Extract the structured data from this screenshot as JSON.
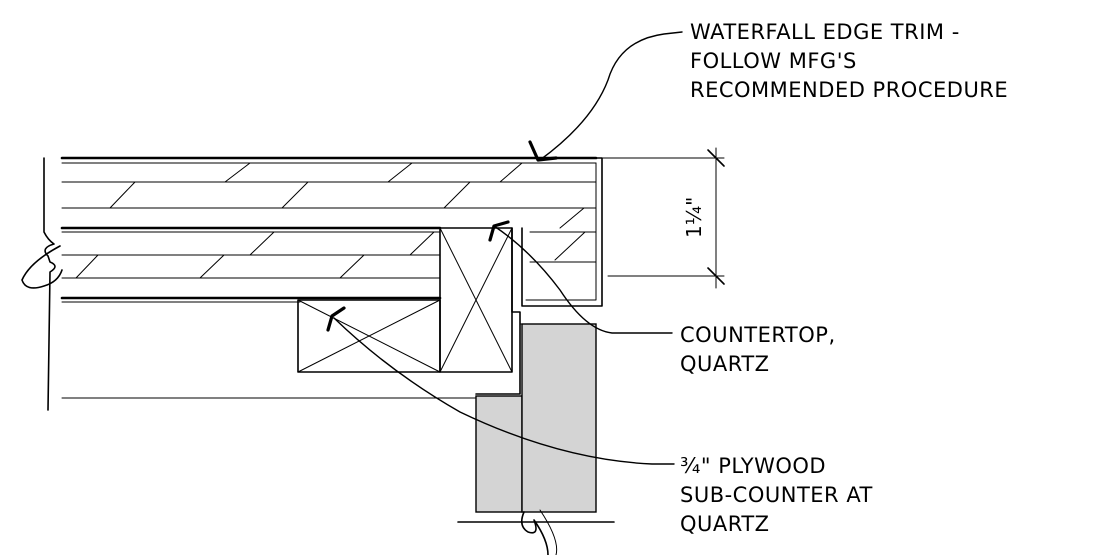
{
  "notes": {
    "waterfall_trim": {
      "lines": [
        "WATERFALL EDGE TRIM -",
        "FOLLOW MFG'S",
        "RECOMMENDED PROCEDURE"
      ]
    },
    "countertop": {
      "lines": [
        "COUNTERTOP,",
        "QUARTZ"
      ]
    },
    "plywood": {
      "lines": [
        "¾\" PLYWOOD",
        "SUB-COUNTER AT",
        "QUARTZ"
      ]
    }
  },
  "dimension": {
    "countertop_thickness": "1¼\""
  },
  "colors": {
    "line": "#000000",
    "stud_fill": "#d4d4d4",
    "background": "#ffffff"
  }
}
